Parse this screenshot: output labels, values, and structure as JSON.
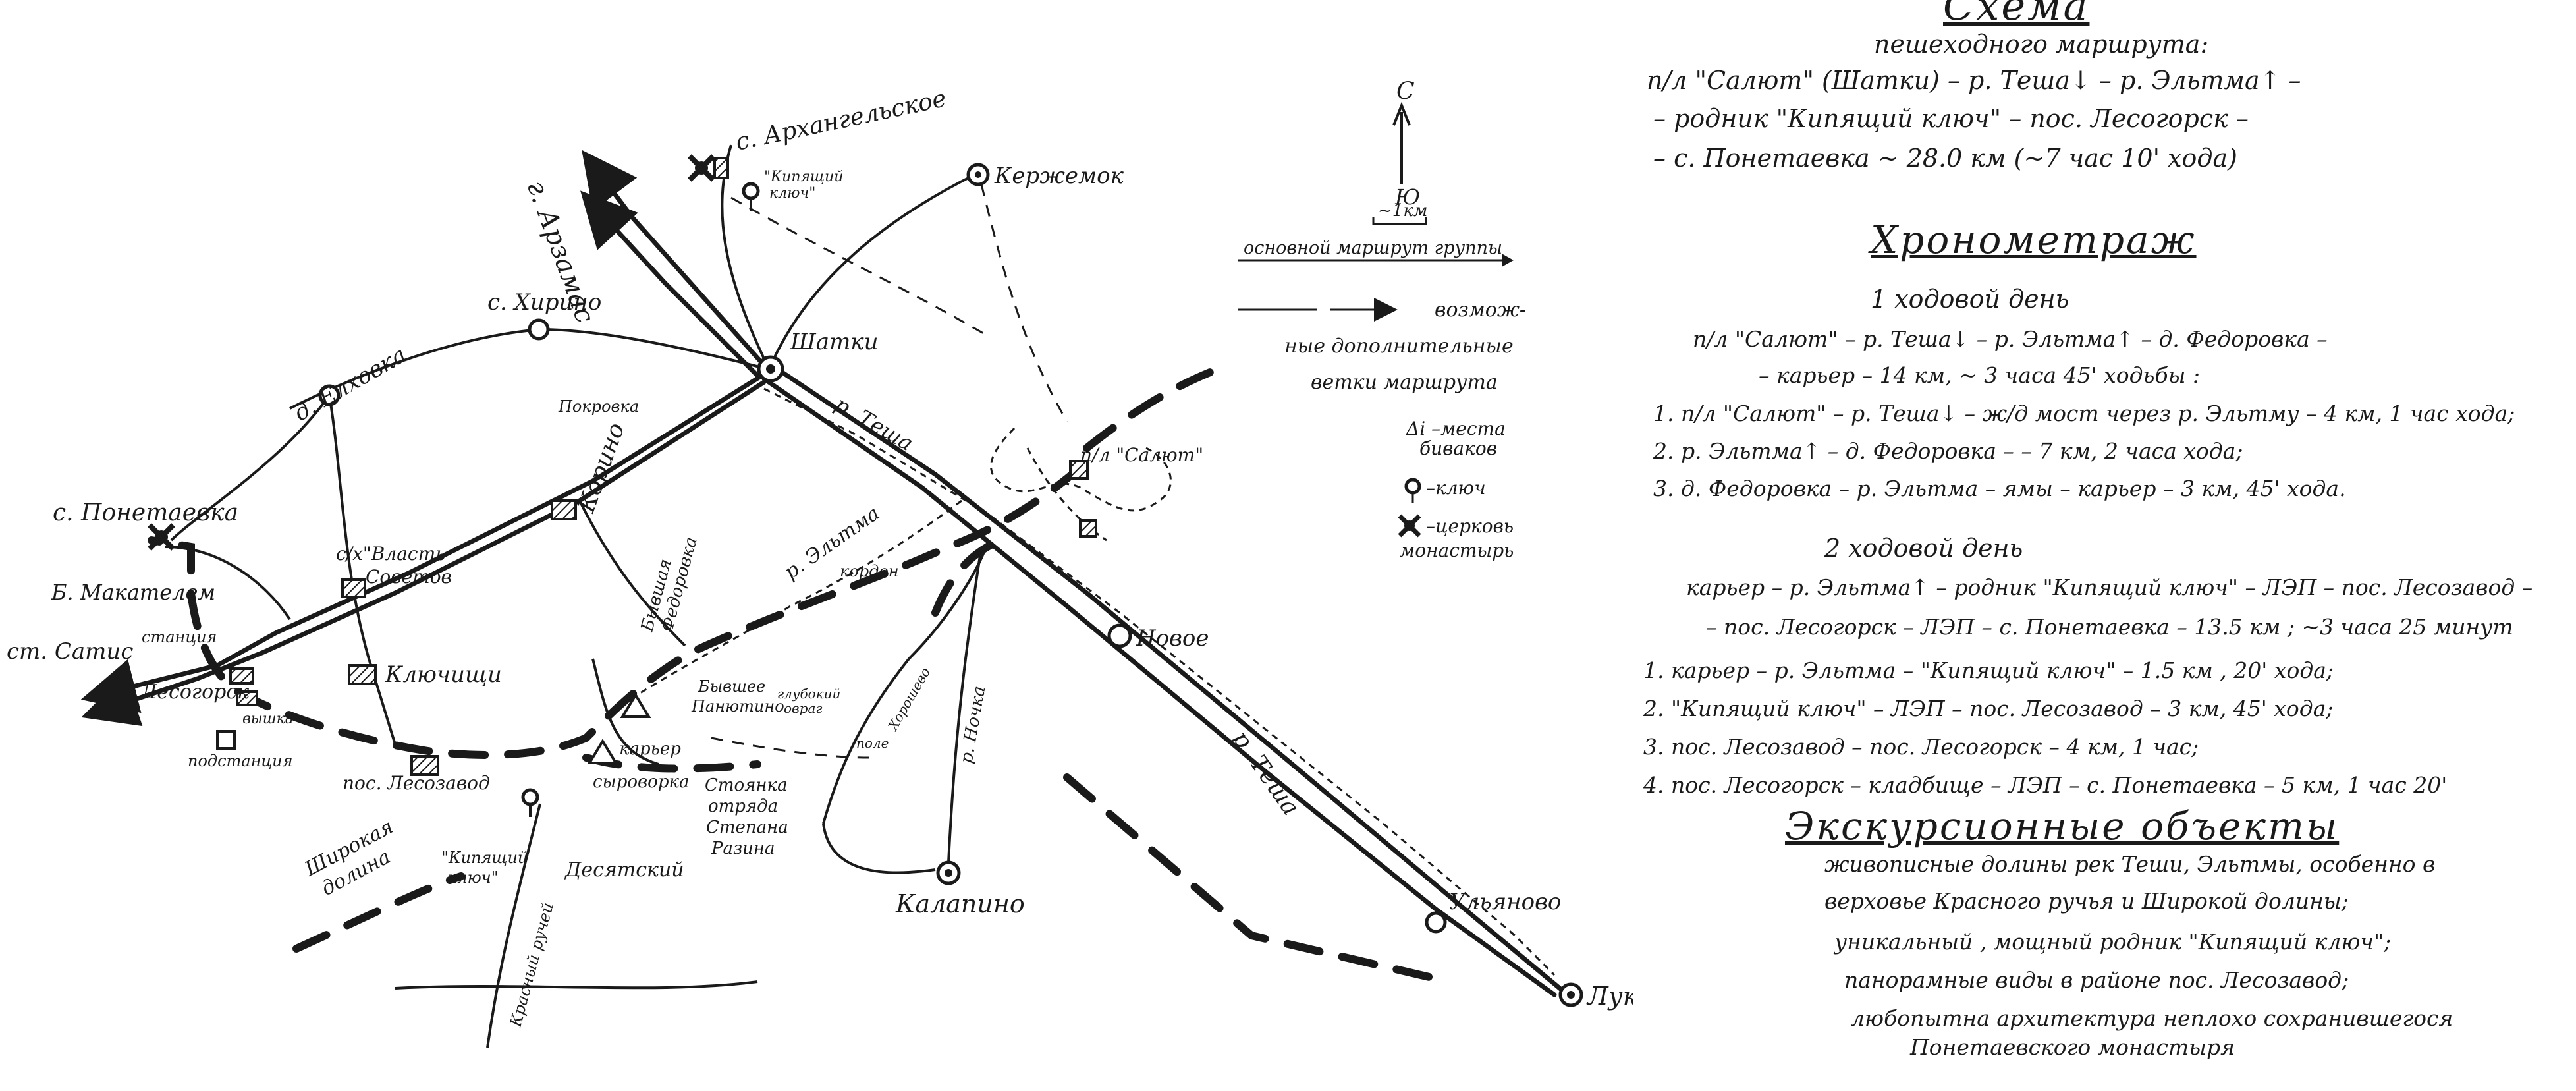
{
  "map": {
    "north": {
      "north_label": "С",
      "south_label": "Ю",
      "scale_label": "~1км"
    },
    "legend": {
      "main_route": "основной маршрут группы",
      "alt_routes_1": "возмож-",
      "alt_routes_2": "ные дополнительные",
      "alt_routes_3": "ветки маршрута",
      "camp_1": "Δi –места",
      "camp_2": "биваков",
      "spring": "–ключ",
      "church_1": "–церковь",
      "church_2": "монастырь"
    },
    "places": {
      "arzamas": "г. Арзамас",
      "arkhangelskoe": "с. Архангельское",
      "kipyashchiy_top_1": "\"Кипящий",
      "kipyashchiy_top_2": "ключ\"",
      "kerzhemok": "Кержемок",
      "shatki": "Шатки",
      "khirino": "с. Хирино",
      "elkhovka": "д. Елховка",
      "ponetaevka": "с. Понетаевка",
      "b_mokatelem": "Б. Макателем",
      "st_satis": "ст. Сатис",
      "stantsiya": "станция",
      "lesogorsk": "пос. Лесогорск",
      "vyshka": "вышка",
      "podstantsiya": "подстанция",
      "pokrovka": "Покровка",
      "korino": "Корино",
      "vlast_sovetov_1": "с/х\"Власть",
      "vlast_sovetov_2": "Советов",
      "klyuchishi": "Ключищи",
      "byvshaya_fedorovka_1": "Бывшая",
      "byvshaya_fedorovka_2": "Федоровка",
      "r_eltma": "р. Эльтма",
      "kordon": "кордон",
      "salyut": "п/л \"Салют\"",
      "r_tesha_top": "р. Теша",
      "r_tesha_bottom": "р. Теша",
      "novoe": "Новое",
      "ulyanovo": "Ульяново",
      "lukoyanov": "Лукоянов",
      "kalapino": "Калапино",
      "r_nocha": "р. Ночка",
      "byvshee_panyutino_1": "Бывшее",
      "byvshee_panyutino_2": "Панютино",
      "glubokiy_ovrag_1": "глубокий",
      "glubokiy_ovrag_2": "овраг",
      "pole": "поле",
      "khoroshevo": "Хорошево",
      "karer": "карьер",
      "syrovorka": "сыроворка",
      "lesozavod": "пос. Лесозавод",
      "kipyashchiy_bottom_1": "\"Кипящий",
      "kipyashchiy_bottom_2": "ключ\"",
      "desyatskiy": "Десятский",
      "krasny_ruchey": "Красный ручей",
      "shirokaya_dolina_1": "Широкая",
      "shirokaya_dolina_2": "долина",
      "stoyanka_1": "Стоянка",
      "stoyanka_2": "отряда",
      "stoyanka_3": "Степана",
      "stoyanka_4": "Разина"
    }
  },
  "notes": {
    "title": "Схема",
    "subtitle_1": "пешеходного маршрута:",
    "subtitle_2": "п/л \"Салют\" (Шатки) – р. Теша↓ – р. Эльтма↑ –",
    "subtitle_3": "– родник \"Кипящий ключ\" – пос. Лесогорск –",
    "subtitle_4": "– с. Понетаевка ~ 28.0 км (~7 час 10' хода)",
    "timing_title": "Хронометраж",
    "day1_title": "1 ходовой день",
    "day1_line1": "п/л \"Салют\" – р. Теша↓ – р. Эльтма↑ – д. Федоровка –",
    "day1_line2": "– карьер – 14 км, ~ 3 часа 45' ходьбы :",
    "day1_item1": "1. п/л \"Салют\" – р. Теша↓ – ж/д мост через р. Эльтму – 4 км, 1 час хода;",
    "day1_item2": "2. р. Эльтма↑ – д. Федоровка – – 7 км, 2 часа хода;",
    "day1_item3": "3. д. Федоровка – р. Эльтма – ямы – карьер – 3 км, 45' хода.",
    "day2_title": "2 ходовой день",
    "day2_line1": "карьер – р. Эльтма↑ – родник \"Кипящий ключ\" – ЛЭП – пос. Лесозавод –",
    "day2_line2": "– пос. Лесогорск – ЛЭП – с. Понетаевка – 13.5 км ; ~3 часа 25 минут",
    "day2_item1": "1. карьер – р. Эльтма – \"Кипящий ключ\" – 1.5 км , 20' хода;",
    "day2_item2": "2. \"Кипящий ключ\" – ЛЭП – пос. Лесозавод – 3 км, 45' хода;",
    "day2_item3": "3. пос. Лесозавод – пос. Лесогорск – 4 км, 1 час;",
    "day2_item4": "4. пос. Лесогорск – кладбище – ЛЭП – с. Понетаевка – 5 км, 1 час 20'",
    "excursion_title": "Экскурсионные объекты",
    "exc_1": "живописные долины рек Теши, Эльтмы, особенно в",
    "exc_2": "верховье Красного ручья и Широкой долины;",
    "exc_3": "уникальный , мощный родник \"Кипящий ключ\";",
    "exc_4": "панорамные виды в районе пос. Лесозавод;",
    "exc_5": "любопытна архитектура неплохо сохранившегося",
    "exc_6": "Понетаевского монастыря"
  }
}
